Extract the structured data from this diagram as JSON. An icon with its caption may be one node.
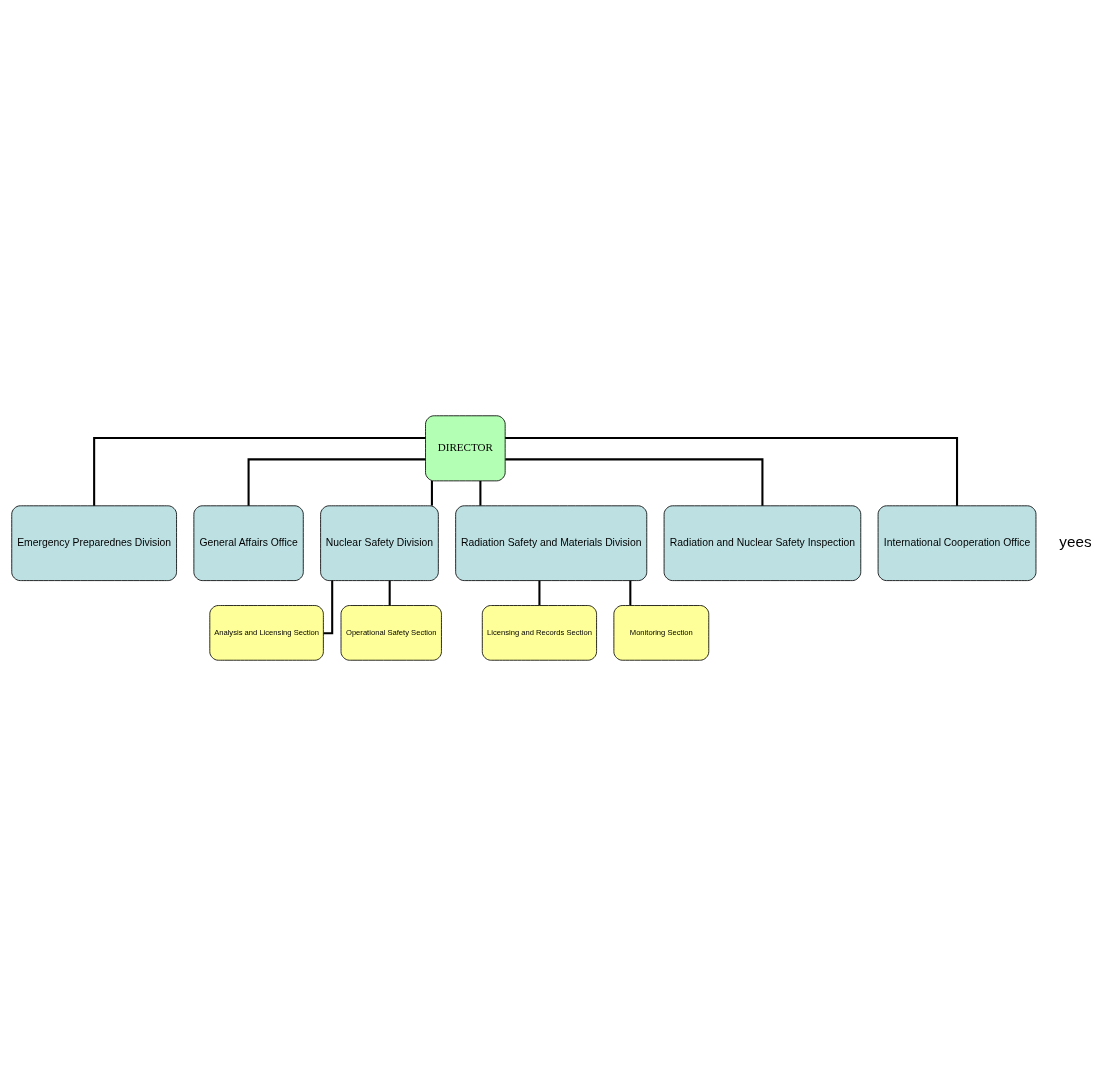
{
  "diagram": {
    "nodes": [
      {
        "text": [
          "DIRECTOR"
        ]
      },
      {
        "text": [
          "Emergency Preparednes Division"
        ]
      },
      {
        "text": [
          "General Affairs Office"
        ]
      },
      {
        "text": [
          "Nuclear Safety Division"
        ]
      },
      {
        "text": [
          "Radiation Safety and Materials Division"
        ]
      },
      {
        "text": [
          "Radiation and Nuclear Safety Inspection"
        ]
      },
      {
        "text": [
          "International Cooperation Office"
        ]
      },
      {
        "text": [
          "Analysis and Licensing Section"
        ]
      },
      {
        "text": [
          "Operational Safety Section"
        ]
      },
      {
        "text": [
          "Licensing and Records Section"
        ]
      },
      {
        "text": [
          "Monitoring Section"
        ]
      }
    ],
    "edges": [
      {
        "from": 0,
        "to": 1,
        "arrow": "none"
      },
      {
        "from": 0,
        "to": 2,
        "arrow": "none"
      },
      {
        "from": 0,
        "to": 3,
        "arrow": "none"
      },
      {
        "from": 0,
        "to": 4,
        "arrow": "none"
      },
      {
        "from": 0,
        "to": 5,
        "arrow": "none"
      },
      {
        "from": 0,
        "to": 6,
        "arrow": "none"
      },
      {
        "from": 3,
        "to": 7,
        "arrow": "none"
      },
      {
        "from": 3,
        "to": 8,
        "arrow": "none"
      },
      {
        "from": 4,
        "to": 9,
        "arrow": "none"
      },
      {
        "from": 4,
        "to": 10,
        "arrow": "none"
      }
    ],
    "labels": [
      "yees"
    ]
  }
}
